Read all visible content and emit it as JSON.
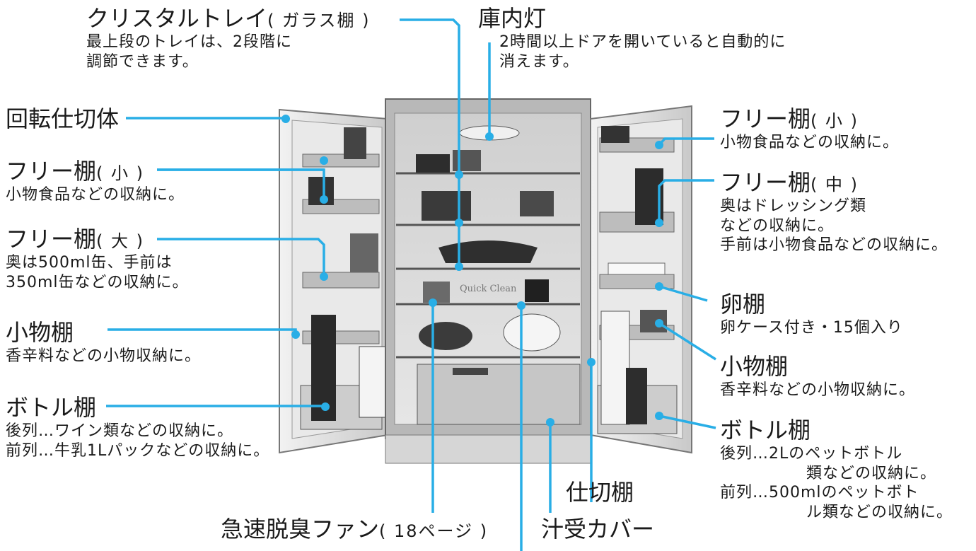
{
  "labels": {
    "crystal_tray": {
      "title": "クリスタルトレイ",
      "paren": "( ガラス棚 )",
      "desc": [
        "最上段のトレイは、2段階に",
        "調節できます。"
      ]
    },
    "interior_light": {
      "title": "庫内灯",
      "desc": [
        "2時間以上ドアを開いていると自動的に",
        "消えます。"
      ]
    },
    "rotating_divider": {
      "title": "回転仕切体"
    },
    "free_shelf_small_left": {
      "title": "フリー棚",
      "paren": "( 小 )",
      "desc": [
        "小物食品などの収納に。"
      ]
    },
    "free_shelf_large": {
      "title": "フリー棚",
      "paren": "( 大 )",
      "desc": [
        "奥は500ml缶、手前は",
        "350ml缶などの収納に。"
      ]
    },
    "small_shelf_left": {
      "title": "小物棚",
      "desc": [
        "香辛料などの小物収納に。"
      ]
    },
    "bottle_shelf_left": {
      "title": "ボトル棚",
      "desc": [
        "後列…ワイン類などの収納に。",
        "前列…牛乳1Lパックなどの収納に。"
      ]
    },
    "free_shelf_small_right": {
      "title": "フリー棚",
      "paren": "( 小 )",
      "desc": [
        "小物食品などの収納に。"
      ]
    },
    "free_shelf_medium": {
      "title": "フリー棚",
      "paren": "( 中 )",
      "desc": [
        "奥はドレッシング類",
        "などの収納に。",
        "手前は小物食品などの収納に。"
      ]
    },
    "egg_shelf": {
      "title": "卵棚",
      "desc": [
        "卵ケース付き・15個入り"
      ]
    },
    "small_shelf_right": {
      "title": "小物棚",
      "desc": [
        "香辛料などの小物収納に。"
      ]
    },
    "bottle_shelf_right": {
      "title": "ボトル棚",
      "desc": [
        "後列…2Lのペットボトル",
        "類などの収納に。",
        "前列…500mlのペットボト",
        "ル類などの収納に。"
      ]
    },
    "partition_shelf": {
      "title": "仕切棚"
    },
    "quick_deodor_fan": {
      "title": "急速脱臭ファン",
      "paren": "( 18ページ )"
    },
    "drip_cover": {
      "title": "汁受カバー"
    }
  },
  "fridge_text": {
    "quick_clean": "Quick Clean"
  },
  "colors": {
    "leader": "#29aee6",
    "text": "#1a1a1a",
    "fridge_dark": "#3a3a3a",
    "fridge_light": "#d9d9d9"
  }
}
